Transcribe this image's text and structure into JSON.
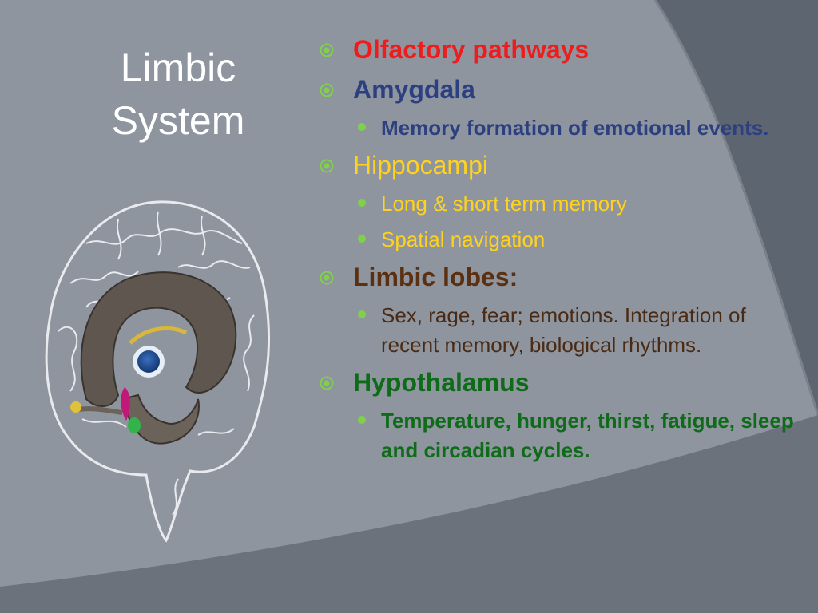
{
  "slide": {
    "title_line1": "Limbic",
    "title_line2": "System",
    "colors": {
      "background": "#5d6570",
      "panel": "#8c949e",
      "accent_green": "#7fd14a",
      "red": "#ee1c1c",
      "blue": "#2c3f80",
      "yellow": "#ffd21f",
      "brown": "#5a3010",
      "green": "#0e6b18"
    },
    "bullets": [
      {
        "text": "Olfactory pathways",
        "color": "red",
        "subs": []
      },
      {
        "text": "Amygdala",
        "color": "blue",
        "subs": [
          "Memory formation of emotional events."
        ]
      },
      {
        "text": "Hippocampi",
        "color": "yellow",
        "subs": [
          "Long & short term memory",
          "Spatial navigation"
        ]
      },
      {
        "text": "Limbic lobes:",
        "color": "brown",
        "subs": [
          " Sex, rage, fear; emotions. Integration of recent memory, biological rhythms."
        ]
      },
      {
        "text": "Hypothalamus",
        "color": "green",
        "subs": [
          "Temperature, hunger, thirst, fatigue, sleep and circadian cycles."
        ]
      }
    ],
    "illustration": {
      "name": "brain-sagittal-limbic-diagram"
    }
  }
}
